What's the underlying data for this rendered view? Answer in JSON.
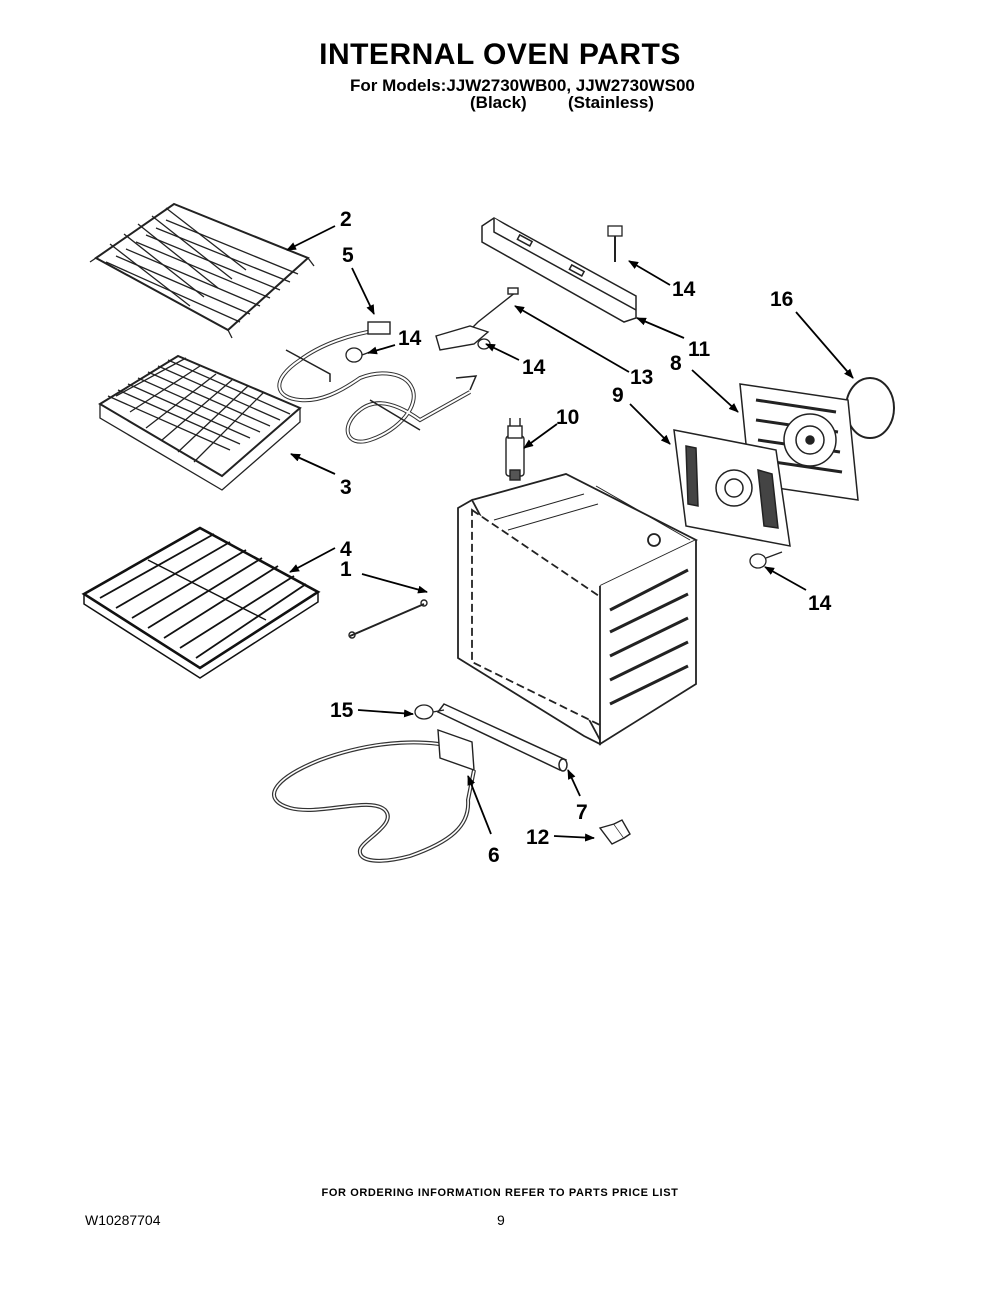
{
  "page": {
    "title": "INTERNAL OVEN PARTS",
    "models_line": "For Models:JJW2730WB00, JJW2730WS00",
    "variant_black": "(Black)",
    "variant_stainless": "(Stainless)",
    "footer_note": "FOR ORDERING INFORMATION REFER TO PARTS PRICE LIST",
    "doc_number": "W10287704",
    "page_number": "9"
  },
  "callouts": {
    "c1": "1",
    "c2": "2",
    "c3": "3",
    "c4": "4",
    "c5": "5",
    "c6": "6",
    "c7": "7",
    "c8": "8",
    "c9": "9",
    "c10": "10",
    "c11": "11",
    "c12": "12",
    "c13": "13",
    "c14a": "14",
    "c14b": "14",
    "c14c": "14",
    "c14d": "14",
    "c15": "15",
    "c16": "16"
  }
}
